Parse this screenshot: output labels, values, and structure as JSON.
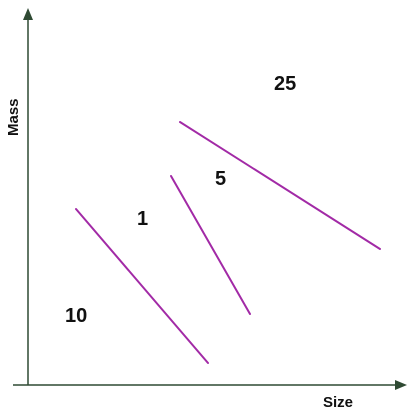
{
  "axes": {
    "x_label": "Size",
    "y_label": "Mass"
  },
  "region_labels": [
    "10",
    "1",
    "5",
    "25"
  ],
  "colors": {
    "axis": "#2f4a33",
    "boundary": "#a22aa6",
    "text": "#111111"
  }
}
